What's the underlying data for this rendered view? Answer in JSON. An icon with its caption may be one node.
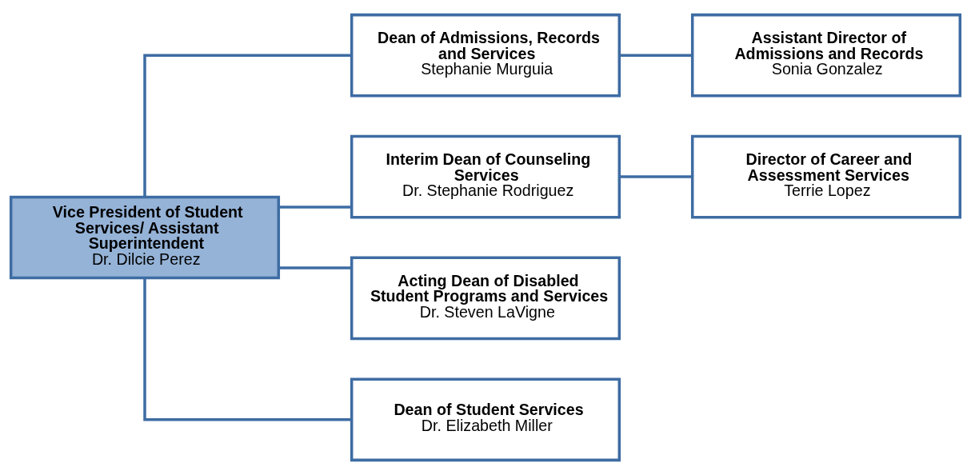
{
  "diagram": {
    "nodes": [
      {
        "text": [
          "Vice President of Student Services/ Assistant Superintendent",
          "Dr. Dilcie Perez"
        ]
      },
      {
        "text": [
          "Dean of Admissions, Records and Services",
          "Stephanie Murguia"
        ]
      },
      {
        "text": [
          "Assistant Director of Admissions and Records",
          "Sonia Gonzalez"
        ]
      },
      {
        "text": [
          "Interim Dean of Counseling Services",
          "Dr. Stephanie Rodriguez"
        ]
      },
      {
        "text": [
          "Director of Career and Assessment Services",
          "Terrie Lopez"
        ]
      },
      {
        "text": [
          "Acting Dean of Disabled Student Programs and Services",
          "Dr. Steven LaVigne"
        ]
      },
      {
        "text": [
          "Dean of Student Services",
          "Dr. Elizabeth Miller"
        ]
      }
    ],
    "edges": [
      {
        "from": 0,
        "to": 1,
        "arrow": "none"
      },
      {
        "from": 0,
        "to": 3,
        "arrow": "none"
      },
      {
        "from": 0,
        "to": 5,
        "arrow": "none"
      },
      {
        "from": 0,
        "to": 6,
        "arrow": "none"
      },
      {
        "from": 1,
        "to": 2,
        "arrow": "none"
      },
      {
        "from": 3,
        "to": 4,
        "arrow": "none"
      }
    ]
  }
}
